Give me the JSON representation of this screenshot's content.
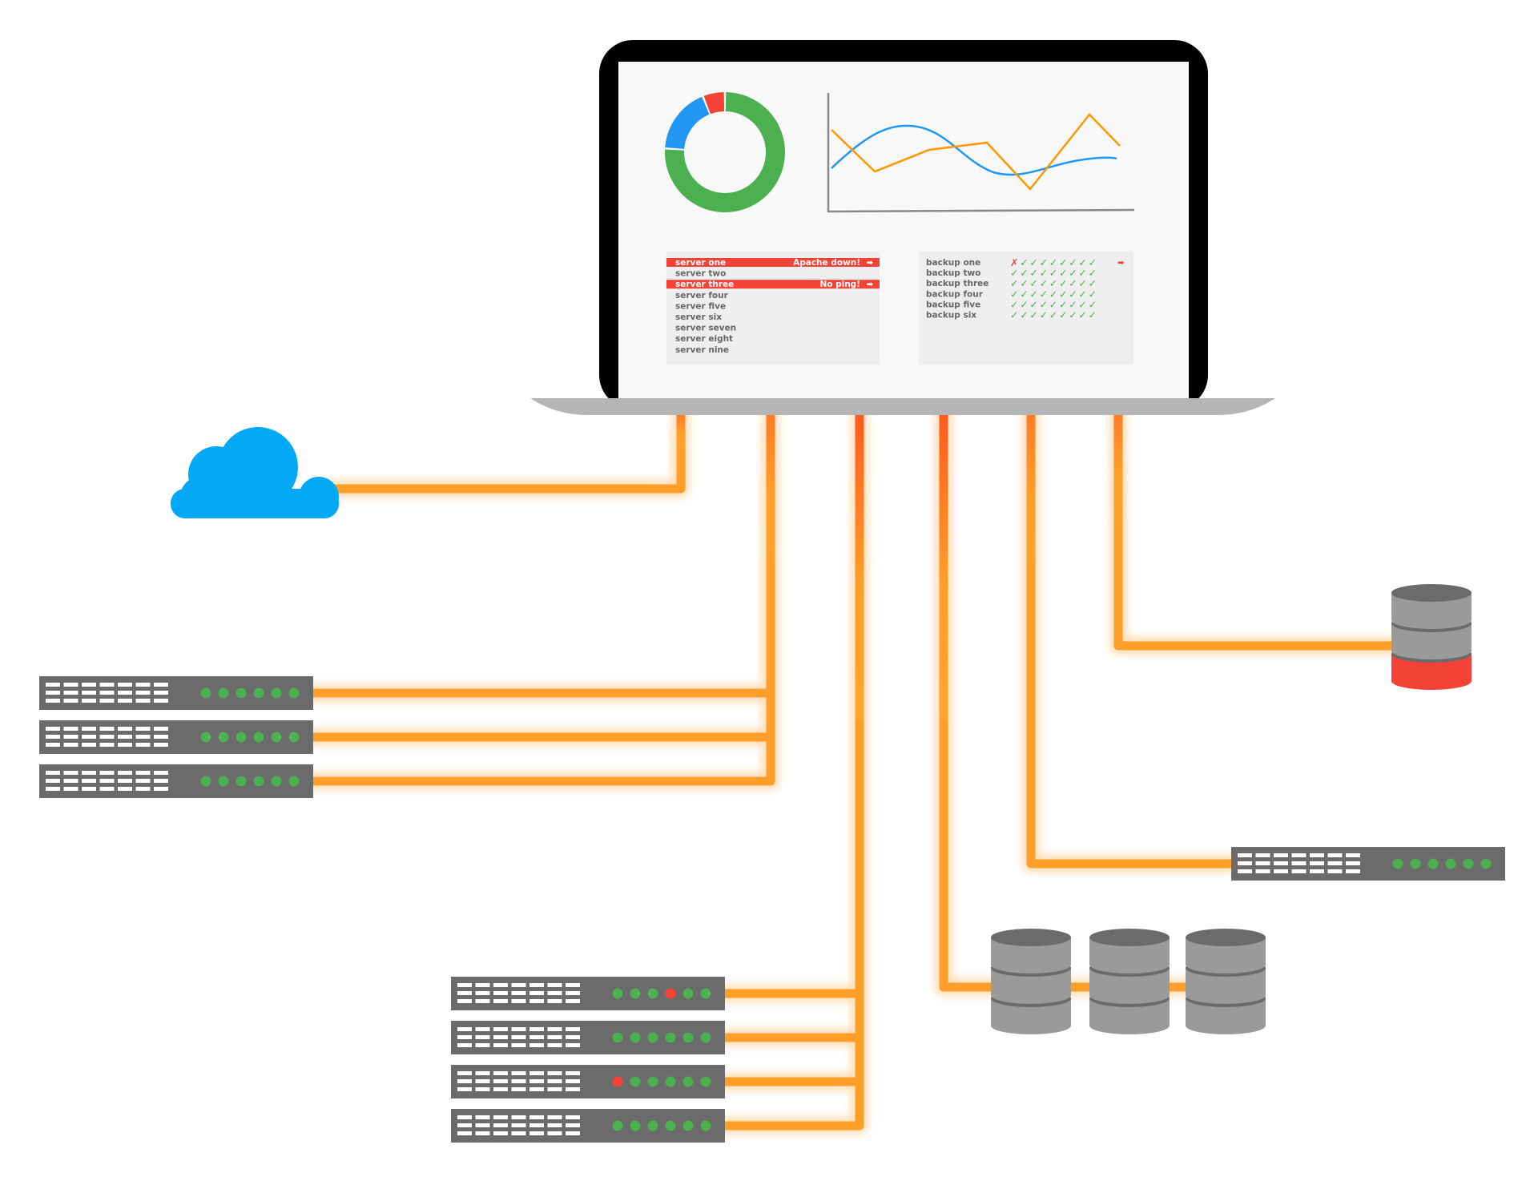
{
  "colors": {
    "cable": "#ff9f2a",
    "cable_hot": "#ff5a1f",
    "cable_glow": "#ffc27a",
    "laptop_frame": "#000000",
    "laptop_base": "#b5b5b5",
    "screen_bg": "#f8f8f8",
    "panel_bg": "#eeeeee",
    "alert_red": "#f44336",
    "ok_green": "#4caf50",
    "info_blue": "#2196f3",
    "line_orange": "#ff9800",
    "cloud_blue": "#03a9f4",
    "device_gray": "#6b6b6b",
    "disk_gray": "#9a9a9a",
    "disk_dark": "#6b6b6b",
    "led_green": "#4caf50",
    "led_red": "#f44336",
    "text_gray": "#666666"
  },
  "donut": {
    "segments": [
      {
        "name": "green",
        "value": 76,
        "color": "#4caf50"
      },
      {
        "name": "blue",
        "value": 18,
        "color": "#2196f3"
      },
      {
        "name": "red",
        "value": 6,
        "color": "#f44336"
      }
    ]
  },
  "servers_panel": {
    "rows": [
      {
        "name": "server one",
        "status": "Apache down!",
        "alert": true
      },
      {
        "name": "server two",
        "status": "",
        "alert": false
      },
      {
        "name": "server three",
        "status": "No ping!",
        "alert": true
      },
      {
        "name": "server four",
        "status": "",
        "alert": false
      },
      {
        "name": "server five",
        "status": "",
        "alert": false
      },
      {
        "name": "server six",
        "status": "",
        "alert": false
      },
      {
        "name": "server seven",
        "status": "",
        "alert": false
      },
      {
        "name": "server eight",
        "status": "",
        "alert": false
      },
      {
        "name": "server nine",
        "status": "",
        "alert": false
      }
    ],
    "arrow": "➡"
  },
  "backups_panel": {
    "rows": [
      {
        "name": "backup one",
        "checks": "✗✓✓✓✓✓✓✓✓",
        "failed": true,
        "arrow": "➡"
      },
      {
        "name": "backup two",
        "checks": "✓✓✓✓✓✓✓✓✓",
        "failed": false,
        "arrow": ""
      },
      {
        "name": "backup three",
        "checks": "✓✓✓✓✓✓✓✓✓",
        "failed": false,
        "arrow": ""
      },
      {
        "name": "backup four",
        "checks": "✓✓✓✓✓✓✓✓✓",
        "failed": false,
        "arrow": ""
      },
      {
        "name": "backup five",
        "checks": "✓✓✓✓✓✓✓✓✓",
        "failed": false,
        "arrow": ""
      },
      {
        "name": "backup six",
        "checks": "✓✓✓✓✓✓✓✓✓",
        "failed": false,
        "arrow": ""
      }
    ]
  },
  "rack_groups": {
    "left": [
      {
        "leds": [
          "green",
          "green",
          "green",
          "green",
          "green",
          "green"
        ]
      },
      {
        "leds": [
          "green",
          "green",
          "green",
          "green",
          "green",
          "green"
        ]
      },
      {
        "leds": [
          "green",
          "green",
          "green",
          "green",
          "green",
          "green"
        ]
      }
    ],
    "bottom": [
      {
        "leds": [
          "green",
          "green",
          "green",
          "red",
          "green",
          "green"
        ]
      },
      {
        "leds": [
          "green",
          "green",
          "green",
          "green",
          "green",
          "green"
        ]
      },
      {
        "leds": [
          "red",
          "green",
          "green",
          "green",
          "green",
          "green"
        ]
      },
      {
        "leds": [
          "green",
          "green",
          "green",
          "green",
          "green",
          "green"
        ]
      }
    ],
    "right": [
      {
        "leds": [
          "green",
          "green",
          "green",
          "green",
          "green",
          "green"
        ]
      }
    ]
  },
  "database_single": {
    "bottom_disk": "red"
  },
  "database_cluster": {
    "count": 3
  }
}
